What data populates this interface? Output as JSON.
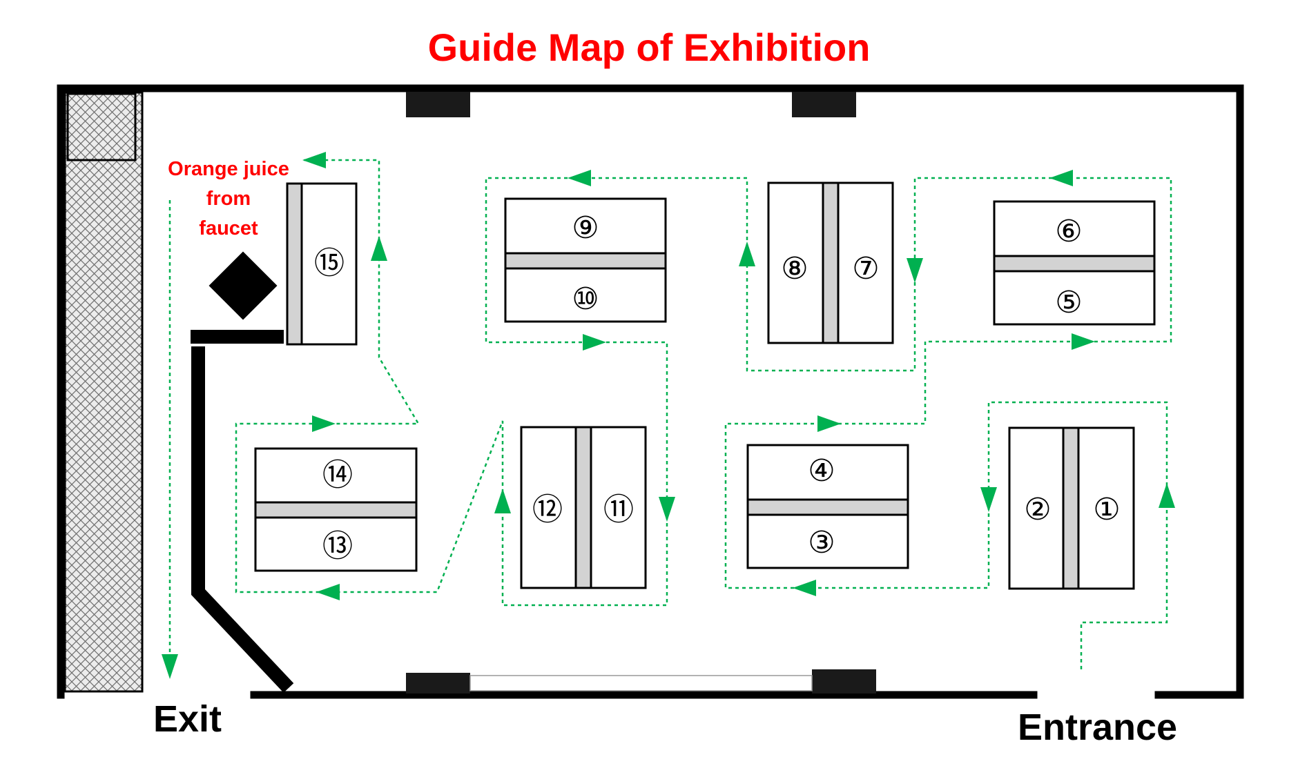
{
  "title": "Guide Map of Exhibition",
  "labels": {
    "exit": "Exit",
    "entrance": "Entrance",
    "orange_juice": [
      "Orange juice",
      "from",
      "faucet"
    ]
  },
  "booths": [
    "①",
    "②",
    "③",
    "④",
    "⑤",
    "⑥",
    "⑦",
    "⑧",
    "⑨",
    "⑩",
    "⑪",
    "⑫",
    "⑬",
    "⑭",
    "⑮"
  ],
  "colors": {
    "title": "#ff0000",
    "annotation": "#ff0000",
    "route": "#00b050",
    "wall": "#000000",
    "divider": "#d3d3d3"
  },
  "icons": [
    "orange-juice-faucet-icon",
    "route-arrow-icon"
  ]
}
